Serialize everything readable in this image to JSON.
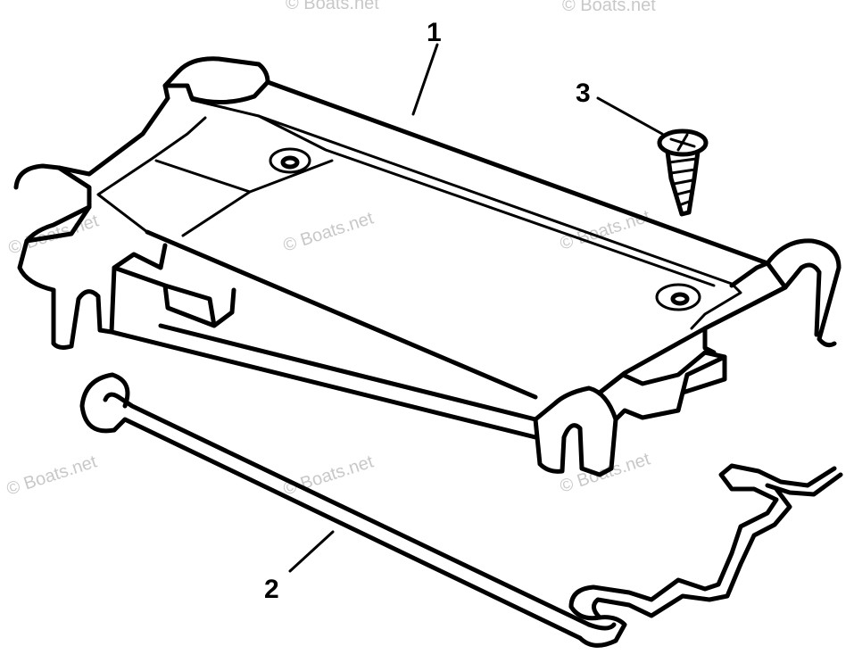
{
  "watermark": "© Boats.net",
  "callouts": {
    "part1": "1",
    "part2": "2",
    "part3": "3"
  }
}
